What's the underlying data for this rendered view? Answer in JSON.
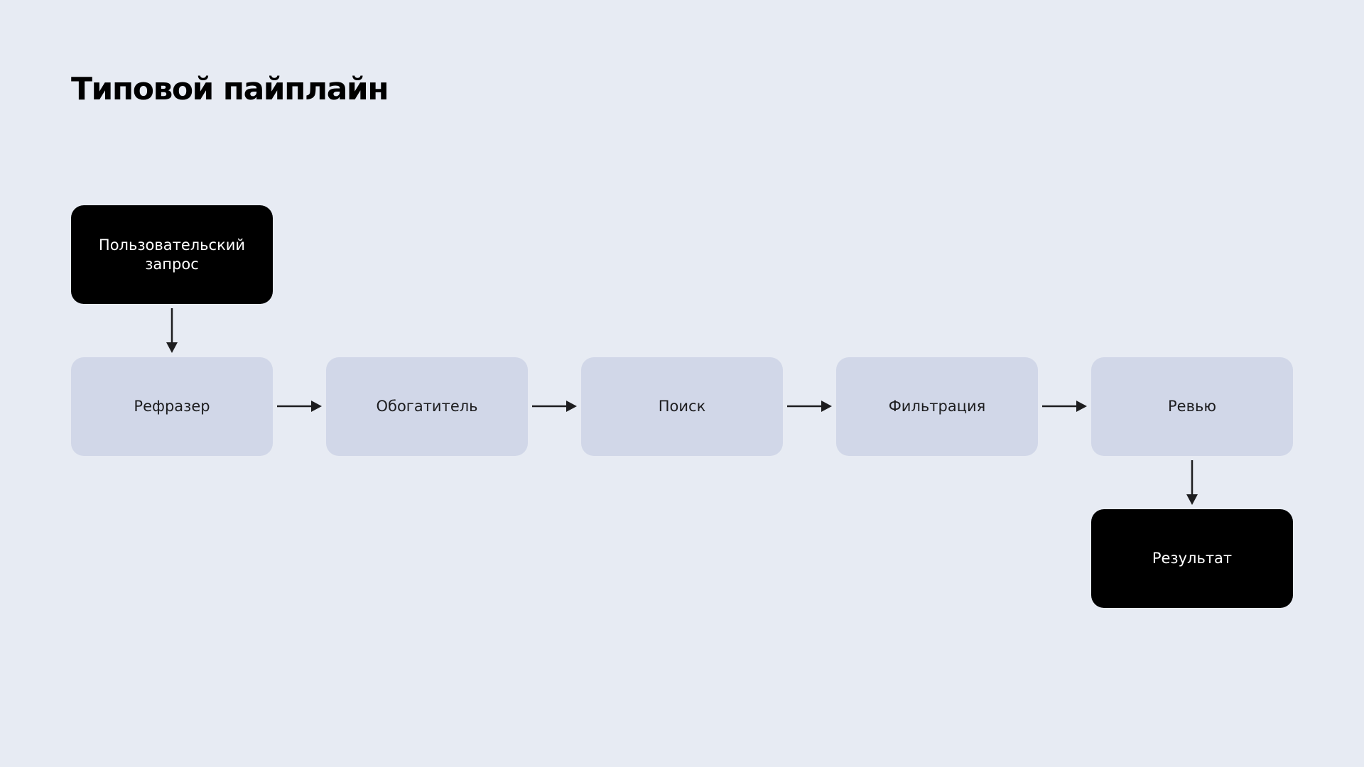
{
  "title": "Типовой пайплайн",
  "nodes": {
    "user_request": "Пользовательский запрос",
    "rephraser": "Рефразер",
    "enricher": "Обогатитель",
    "search": "Поиск",
    "filtering": "Фильтрация",
    "review": "Ревью",
    "result": "Результат"
  },
  "colors": {
    "background": "#e7ebf3",
    "step_fill": "#d1d7e8",
    "terminal_fill": "#000000",
    "arrow": "#1d1d1f"
  }
}
